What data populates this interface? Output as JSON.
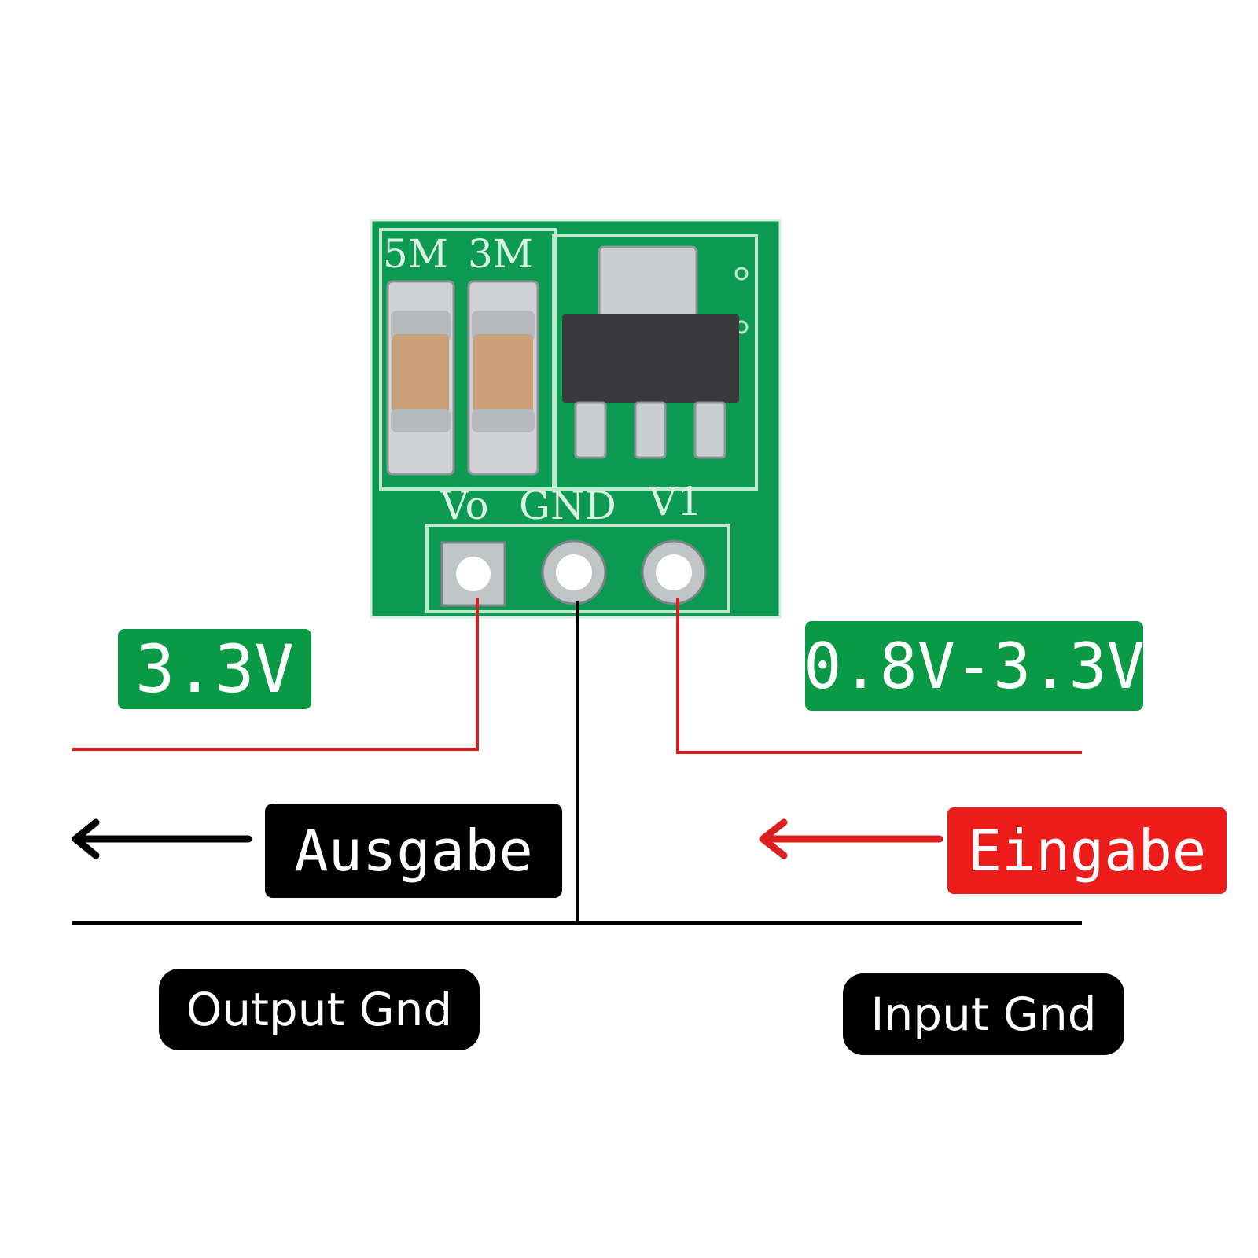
{
  "board": {
    "silk_5m": "5M",
    "silk_3m": "3M",
    "pin_vo": "Vo",
    "pin_gnd": "GND",
    "pin_v1": "V1"
  },
  "labels": {
    "output_voltage": "3.3V",
    "input_voltage": "0.8V-3.3V",
    "output": "Ausgabe",
    "input": "Eingabe",
    "output_gnd": "Output Gnd",
    "input_gnd": "Input Gnd"
  },
  "colors": {
    "pcb": "#0c9a52",
    "wire_red": "#d81e1e",
    "wire_black": "#000000",
    "label_green": "#0a9a45",
    "label_red": "#ee1b1b",
    "label_black": "#000000"
  }
}
